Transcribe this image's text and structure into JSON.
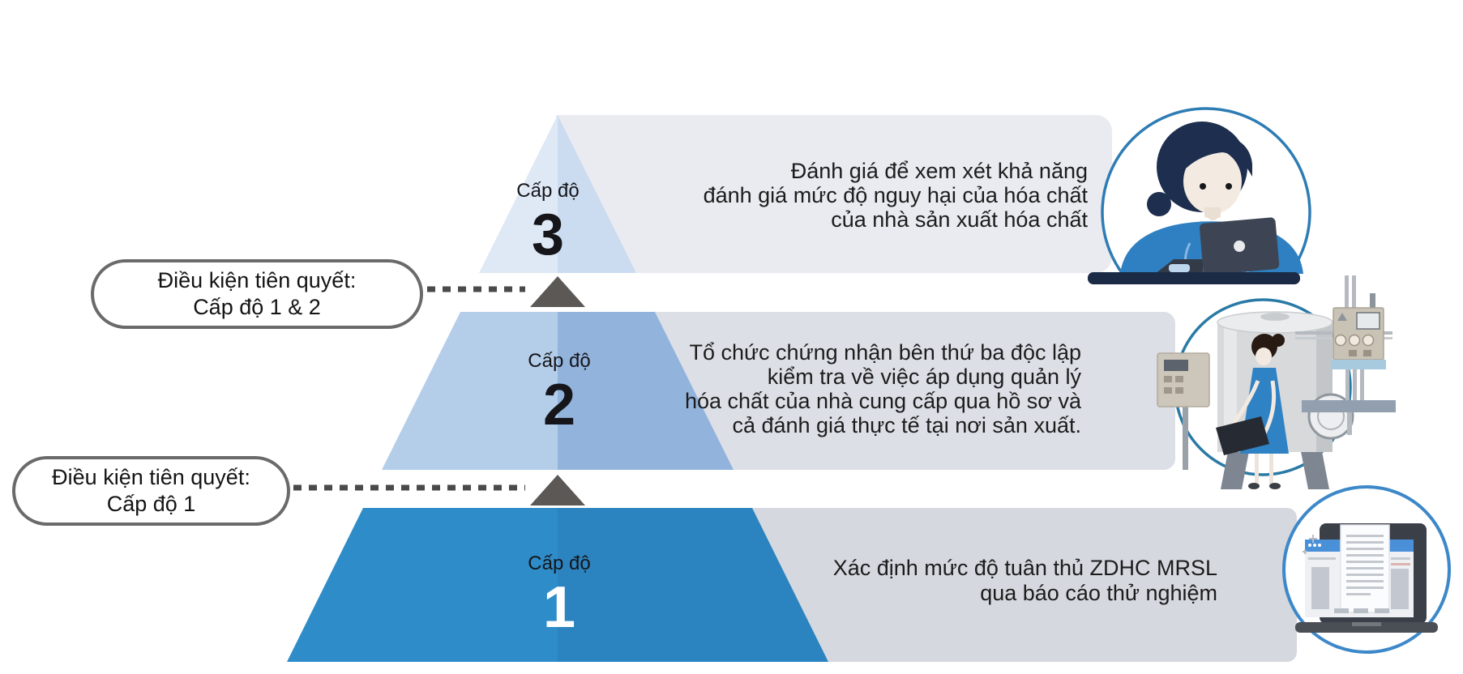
{
  "pyramid": {
    "levels": [
      {
        "tier_label": "Cấp độ",
        "tier_number": "3",
        "lines": [
          "Đánh giá để xem xét khả năng",
          "đánh giá mức độ nguy hại của hóa chất",
          "của nhà sản xuất hóa chất"
        ]
      },
      {
        "tier_label": "Cấp độ",
        "tier_number": "2",
        "lines": [
          "Tổ chức chứng nhận bên thứ ba độc lập",
          "kiểm tra về việc áp dụng quản lý",
          "hóa chất của nhà cung cấp qua hồ sơ và",
          "cả đánh giá thực tế tại nơi sản xuất."
        ]
      },
      {
        "tier_label": "Cấp độ",
        "tier_number": "1",
        "lines": [
          "Xác định mức độ tuân thủ ZDHC MRSL",
          "qua báo cáo thử nghiệm"
        ]
      }
    ]
  },
  "callouts": [
    {
      "line1": "Điều kiện tiên quyết:",
      "line2": "Cấp độ 1 & 2"
    },
    {
      "line1": "Điều kiện tiên quyết:",
      "line2": "Cấp độ 1"
    }
  ],
  "icons": [
    "person-at-laptop-illustration",
    "factory-tank-audit-illustration",
    "laptop-test-report-illustration",
    "up-arrow-icon",
    "dotted-connector"
  ],
  "colors": {
    "level3_left": "#dfe9f5",
    "level3_right": "#cbdcf0",
    "level2_left": "#b4cee9",
    "level2_right": "#92b3dc",
    "level1_left": "#2e8cc9",
    "level1_right": "#2b84bf",
    "band3": "#e9ebf1",
    "band2": "#dcdfe6",
    "band1": "#d5d8df",
    "arrow": "#5b5855",
    "pill_border": "#6a6a6a",
    "circle_outline_top": "#2e7cb4",
    "circle_outline_mid": "#2a7aa6",
    "circle_outline_bottom": "#3d88c9"
  }
}
